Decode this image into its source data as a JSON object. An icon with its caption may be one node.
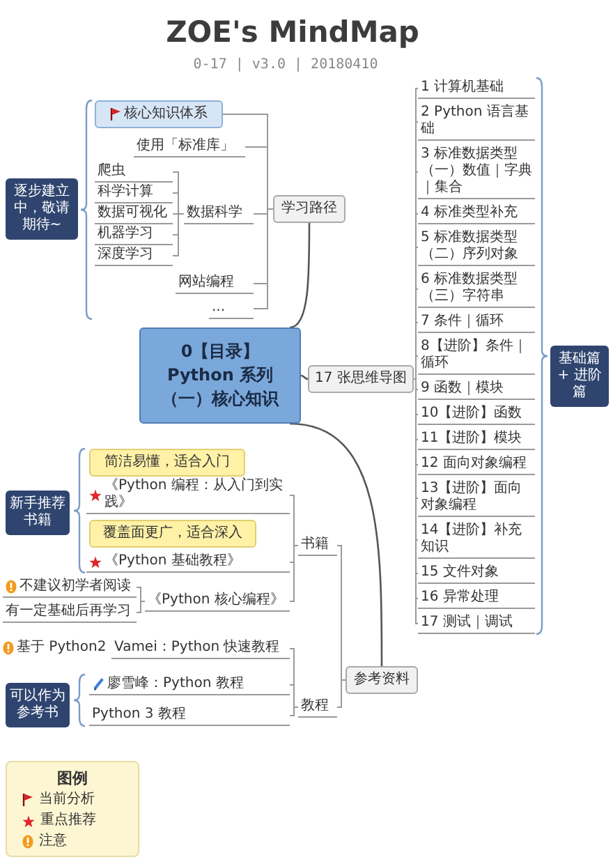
{
  "diagram": {
    "title": "ZOE's MindMap",
    "nodes": [
      {
        "text": [
          "0【目录】Python 系列（一）核心知识"
        ]
      },
      {
        "text": [
          "学习路径"
        ]
      },
      {
        "text": [
          "逐步建立中，敬请期待~"
        ]
      },
      {
        "text": [
          "核心知识体系"
        ]
      },
      {
        "text": [
          "使用「标准库」"
        ]
      },
      {
        "text": [
          "数据科学"
        ]
      },
      {
        "text": [
          "爬虫"
        ]
      },
      {
        "text": [
          "科学计算"
        ]
      },
      {
        "text": [
          "数据可视化"
        ]
      },
      {
        "text": [
          "机器学习"
        ]
      },
      {
        "text": [
          "深度学习"
        ]
      },
      {
        "text": [
          "网站编程"
        ]
      },
      {
        "text": [
          "..."
        ]
      },
      {
        "text": [
          "17 张思维导图"
        ]
      },
      {
        "text": [
          "1 计算机基础"
        ]
      },
      {
        "text": [
          "2 Python 语言基础"
        ]
      },
      {
        "text": [
          "3 标准数据类型（一）数值｜字典｜集合"
        ]
      },
      {
        "text": [
          "4 标准类型补充"
        ]
      },
      {
        "text": [
          "5 标准数据类型（二）序列对象"
        ]
      },
      {
        "text": [
          "6 标准数据类型（三）字符串"
        ]
      },
      {
        "text": [
          "7 条件｜循环"
        ]
      },
      {
        "text": [
          "8【进阶】条件｜循环"
        ]
      },
      {
        "text": [
          "9 函数｜模块"
        ]
      },
      {
        "text": [
          "10【进阶】函数"
        ]
      },
      {
        "text": [
          "11【进阶】模块"
        ]
      },
      {
        "text": [
          "12 面向对象编程"
        ]
      },
      {
        "text": [
          "13【进阶】面向对象编程"
        ]
      },
      {
        "text": [
          "14【进阶】补充知识"
        ]
      },
      {
        "text": [
          "15 文件对象"
        ]
      },
      {
        "text": [
          "16 异常处理"
        ]
      },
      {
        "text": [
          "17 测试｜调试"
        ]
      },
      {
        "text": [
          "基础篇 + 进阶篇"
        ]
      },
      {
        "text": [
          "参考资料"
        ]
      },
      {
        "text": [
          "书籍"
        ]
      },
      {
        "text": [
          "新手推荐书籍"
        ]
      },
      {
        "text": [
          "简洁易懂，适合入门"
        ]
      },
      {
        "text": [
          "《Python 编程：从入门到实践》"
        ]
      },
      {
        "text": [
          "覆盖面更广，适合深入"
        ]
      },
      {
        "text": [
          "《Python 基础教程》"
        ]
      },
      {
        "text": [
          "《Python 核心编程》"
        ]
      },
      {
        "text": [
          "不建议初学者阅读"
        ]
      },
      {
        "text": [
          "有一定基础后再学习"
        ]
      },
      {
        "text": [
          "教程"
        ]
      },
      {
        "text": [
          "可以作为参考书"
        ]
      },
      {
        "text": [
          "Vamei：Python 快速教程"
        ],
        "beside": [
          "基于 Python2"
        ]
      },
      {
        "text": [
          "廖雪峰：Python 教程"
        ]
      },
      {
        "text": [
          "Python 3 教程"
        ]
      }
    ],
    "edges": [
      {
        "from": 0,
        "to": 1,
        "arrow": "none"
      },
      {
        "from": 0,
        "to": 13,
        "arrow": "none"
      },
      {
        "from": 0,
        "to": 32,
        "arrow": "none"
      },
      {
        "from": 1,
        "to": 3,
        "arrow": "none"
      },
      {
        "from": 1,
        "to": 4,
        "arrow": "none"
      },
      {
        "from": 1,
        "to": 5,
        "arrow": "none"
      },
      {
        "from": 1,
        "to": 11,
        "arrow": "none"
      },
      {
        "from": 1,
        "to": 12,
        "arrow": "none"
      },
      {
        "from": 5,
        "to": 6,
        "arrow": "none"
      },
      {
        "from": 5,
        "to": 7,
        "arrow": "none"
      },
      {
        "from": 5,
        "to": 8,
        "arrow": "none"
      },
      {
        "from": 5,
        "to": 9,
        "arrow": "none"
      },
      {
        "from": 5,
        "to": 10,
        "arrow": "none"
      },
      {
        "from": 13,
        "to": 14,
        "arrow": "none"
      },
      {
        "from": 13,
        "to": 15,
        "arrow": "none"
      },
      {
        "from": 13,
        "to": 16,
        "arrow": "none"
      },
      {
        "from": 13,
        "to": 17,
        "arrow": "none"
      },
      {
        "from": 13,
        "to": 18,
        "arrow": "none"
      },
      {
        "from": 13,
        "to": 19,
        "arrow": "none"
      },
      {
        "from": 13,
        "to": 20,
        "arrow": "none"
      },
      {
        "from": 13,
        "to": 21,
        "arrow": "none"
      },
      {
        "from": 13,
        "to": 22,
        "arrow": "none"
      },
      {
        "from": 13,
        "to": 23,
        "arrow": "none"
      },
      {
        "from": 13,
        "to": 24,
        "arrow": "none"
      },
      {
        "from": 13,
        "to": 25,
        "arrow": "none"
      },
      {
        "from": 13,
        "to": 26,
        "arrow": "none"
      },
      {
        "from": 13,
        "to": 27,
        "arrow": "none"
      },
      {
        "from": 13,
        "to": 28,
        "arrow": "none"
      },
      {
        "from": 13,
        "to": 29,
        "arrow": "none"
      },
      {
        "from": 13,
        "to": 30,
        "arrow": "none"
      },
      {
        "from": 32,
        "to": 33,
        "arrow": "none"
      },
      {
        "from": 32,
        "to": 42,
        "arrow": "none"
      },
      {
        "from": 33,
        "to": 36,
        "arrow": "none"
      },
      {
        "from": 33,
        "to": 38,
        "arrow": "none"
      },
      {
        "from": 33,
        "to": 39,
        "arrow": "none"
      },
      {
        "from": 39,
        "to": 40,
        "arrow": "none"
      },
      {
        "from": 39,
        "to": 41,
        "arrow": "none"
      },
      {
        "from": 42,
        "to": 44,
        "arrow": "none"
      },
      {
        "from": 42,
        "to": 45,
        "arrow": "none"
      },
      {
        "from": 42,
        "to": 46,
        "arrow": "none"
      }
    ],
    "labels": [
      "0-17 | v3.0 | 20180410",
      "图例"
    ],
    "legend": [
      {
        "text": "当前分析"
      },
      {
        "text": "重点推荐"
      },
      {
        "text": "注意"
      }
    ]
  }
}
